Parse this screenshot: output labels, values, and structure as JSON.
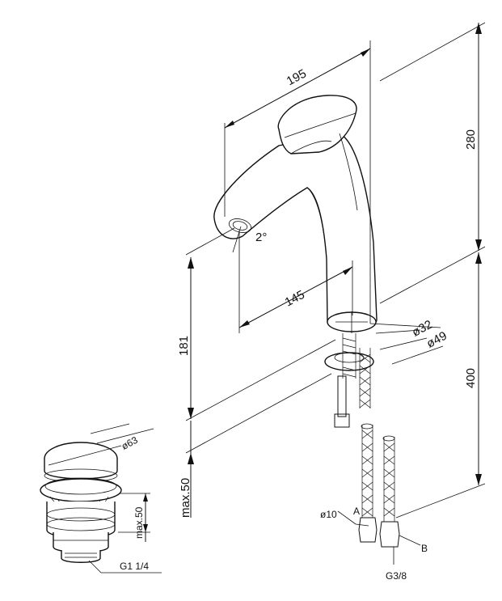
{
  "dimensions": {
    "total_length": "195",
    "total_height": "280",
    "spout_reach": "145",
    "spout_height": "181",
    "angle": "2°",
    "base_dia_small": "ø32",
    "base_dia_large": "ø49",
    "lower_height": "400",
    "max_deck": "max.50",
    "hose_dia": "ø10",
    "label_a": "A",
    "label_b": "B",
    "thread": "G3/8",
    "drain_dia": "ø63",
    "drain_max": "max.50",
    "drain_thread": "G1 1/4"
  }
}
